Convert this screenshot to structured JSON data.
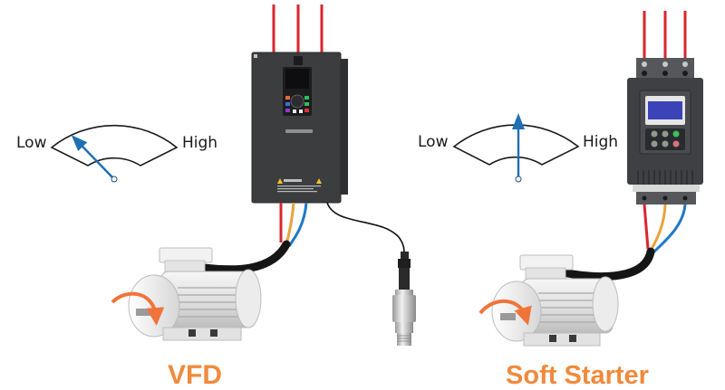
{
  "gauges": {
    "vfd": {
      "low_label": "Low",
      "high_label": "High",
      "level": 0.12
    },
    "soft_starter": {
      "low_label": "Low",
      "high_label": "High",
      "level": 0.5
    }
  },
  "captions": {
    "vfd": "VFD",
    "soft_starter": "Soft Starter"
  },
  "colors": {
    "caption": "#f08a3c",
    "needle": "#1f6fb2",
    "wire_red": "#d8262c",
    "wire_orange": "#e9a23b",
    "wire_blue": "#1f78c8",
    "device_body": "#3c3d3f",
    "motor_body": "#e8e8e8"
  },
  "icons": {
    "vfd_device": "variable-frequency-drive-icon",
    "soft_starter_device": "soft-starter-icon",
    "motor": "electric-motor-icon",
    "sensor": "pressure-sensor-icon",
    "rotation": "rotation-arrow-icon"
  }
}
